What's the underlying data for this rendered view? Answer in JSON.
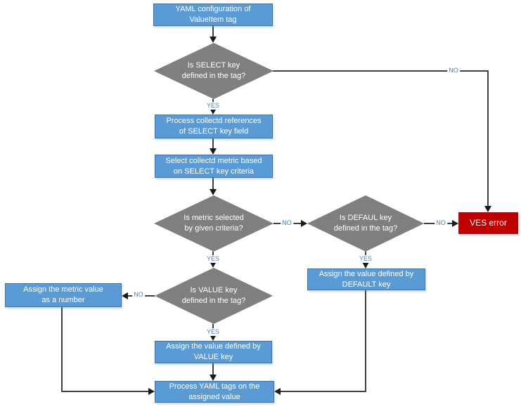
{
  "colors": {
    "process_fill": "#5B9BD5",
    "process_border": "#41719C",
    "decision_fill": "#7F7F7F",
    "error_fill": "#C00000",
    "error_border": "#8E1B1B",
    "connector": "#3F3F3F",
    "arrow": "#1A1A1A",
    "edge_label": "#4A7EBB"
  },
  "nodes": {
    "start": {
      "shape": "rectangle",
      "text": "YAML configuration of\nValueItem tag"
    },
    "select_key_decision": {
      "shape": "diamond",
      "text": "Is SELECT key\ndefined in the tag?"
    },
    "process_references": {
      "shape": "rectangle",
      "text": "Process collectd references\nof SELECT key field"
    },
    "select_metric": {
      "shape": "rectangle",
      "text": "Select collectd metric based\non SELECT key criteria"
    },
    "metric_selected_decision": {
      "shape": "diamond",
      "text": "Is metric selected\nby given criteria?"
    },
    "default_key_decision": {
      "shape": "diamond",
      "text": "Is DEFAUL key\ndefined in the tag?"
    },
    "ves_error": {
      "shape": "rectangle",
      "text": "VES error"
    },
    "assign_default_value": {
      "shape": "rectangle",
      "text": "Assign the value defined by\nDEFAULT key"
    },
    "value_key_decision": {
      "shape": "diamond",
      "text": "Is VALUE key\ndefined in the tag?"
    },
    "assign_metric_value": {
      "shape": "rectangle",
      "text": "Assign the metric value\nas a number"
    },
    "assign_value_key": {
      "shape": "rectangle",
      "text": "Assign the value defined by\nVALUE key"
    },
    "process_yaml_tags": {
      "shape": "rectangle",
      "text": "Process YAML tags on the\nassigned value"
    }
  },
  "edge_labels": {
    "select_key_yes": "YES",
    "select_key_no": "NO",
    "metric_selected_yes": "YES",
    "metric_selected_no": "NO",
    "default_key_yes": "YES",
    "default_key_no": "NO",
    "value_key_yes": "YES",
    "value_key_no": "NO"
  }
}
